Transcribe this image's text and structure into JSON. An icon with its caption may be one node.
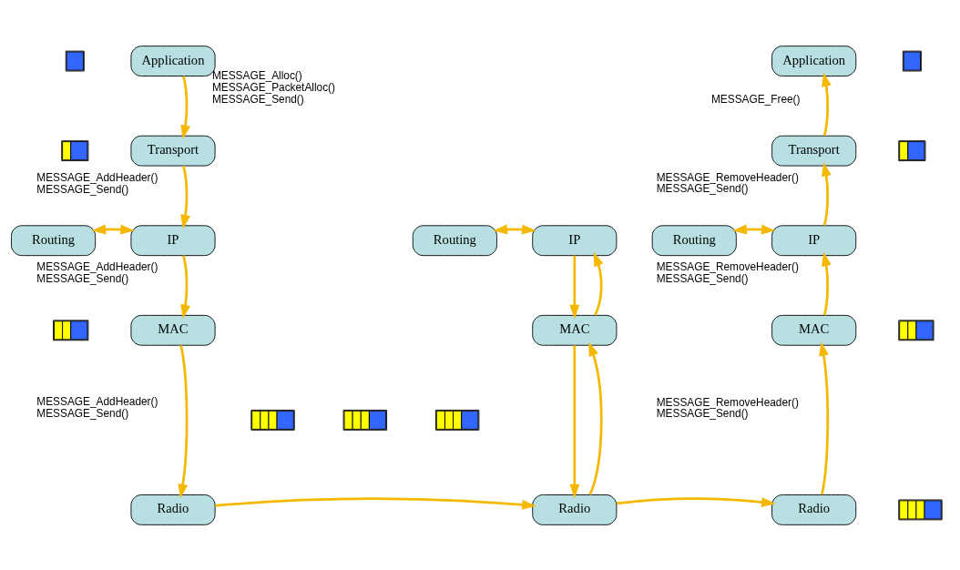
{
  "diagram": {
    "nodes": [
      {
        "text": [
          "Application"
        ]
      },
      {
        "text": [
          "Transport"
        ]
      },
      {
        "text": [
          "Routing"
        ]
      },
      {
        "text": [
          "IP"
        ]
      },
      {
        "text": [
          "MAC"
        ]
      },
      {
        "text": [
          "Radio"
        ]
      },
      {
        "text": [
          "Routing"
        ]
      },
      {
        "text": [
          "IP"
        ]
      },
      {
        "text": [
          "MAC"
        ]
      },
      {
        "text": [
          "Radio"
        ]
      },
      {
        "text": [
          "Application"
        ]
      },
      {
        "text": [
          "Transport"
        ]
      },
      {
        "text": [
          "Routing"
        ]
      },
      {
        "text": [
          "IP"
        ]
      },
      {
        "text": [
          "MAC"
        ]
      },
      {
        "text": [
          "Radio"
        ]
      },
      {
        "text": [],
        "shape": "box"
      },
      {
        "text": [],
        "shape": "box"
      },
      {
        "text": [],
        "shape": "box"
      },
      {
        "text": [],
        "shape": "box"
      },
      {
        "text": [],
        "shape": "box"
      },
      {
        "text": [],
        "shape": "box"
      },
      {
        "text": [],
        "shape": "box"
      },
      {
        "text": [],
        "shape": "box"
      },
      {
        "text": [],
        "shape": "box"
      },
      {
        "text": [],
        "shape": "box"
      }
    ],
    "edges": [
      {
        "from": 0,
        "to": 1,
        "arrow": "to",
        "label": "MESSAGE_Alloc() MESSAGE_PacketAlloc() MESSAGE_Send()"
      },
      {
        "from": 1,
        "to": 3,
        "arrow": "to",
        "label": "MESSAGE_AddHeader() MESSAGE_Send()"
      },
      {
        "from": 2,
        "to": 3,
        "arrow": "both"
      },
      {
        "from": 3,
        "to": 4,
        "arrow": "to",
        "label": "MESSAGE_AddHeader() MESSAGE_Send()"
      },
      {
        "from": 4,
        "to": 5,
        "arrow": "to",
        "label": "MESSAGE_AddHeader() MESSAGE_Send()"
      },
      {
        "from": 5,
        "to": 9,
        "arrow": "to"
      },
      {
        "from": 6,
        "to": 7,
        "arrow": "both"
      },
      {
        "from": 7,
        "to": 8,
        "arrow": "to"
      },
      {
        "from": 8,
        "to": 9,
        "arrow": "to"
      },
      {
        "from": 9,
        "to": 8,
        "arrow": "to"
      },
      {
        "from": 8,
        "to": 7,
        "arrow": "to"
      },
      {
        "from": 9,
        "to": 15,
        "arrow": "to"
      },
      {
        "from": 12,
        "to": 13,
        "arrow": "both"
      },
      {
        "from": 15,
        "to": 14,
        "arrow": "to",
        "label": "MESSAGE_RemoveHeader() MESSAGE_Send()"
      },
      {
        "from": 14,
        "to": 13,
        "arrow": "to",
        "label": "MESSAGE_RemoveHeader() MESSAGE_Send()"
      },
      {
        "from": 13,
        "to": 11,
        "arrow": "to",
        "label": "MESSAGE_RemoveHeader() MESSAGE_Send()"
      },
      {
        "from": 11,
        "to": 10,
        "arrow": "to",
        "label": "MESSAGE_Free()"
      }
    ]
  }
}
